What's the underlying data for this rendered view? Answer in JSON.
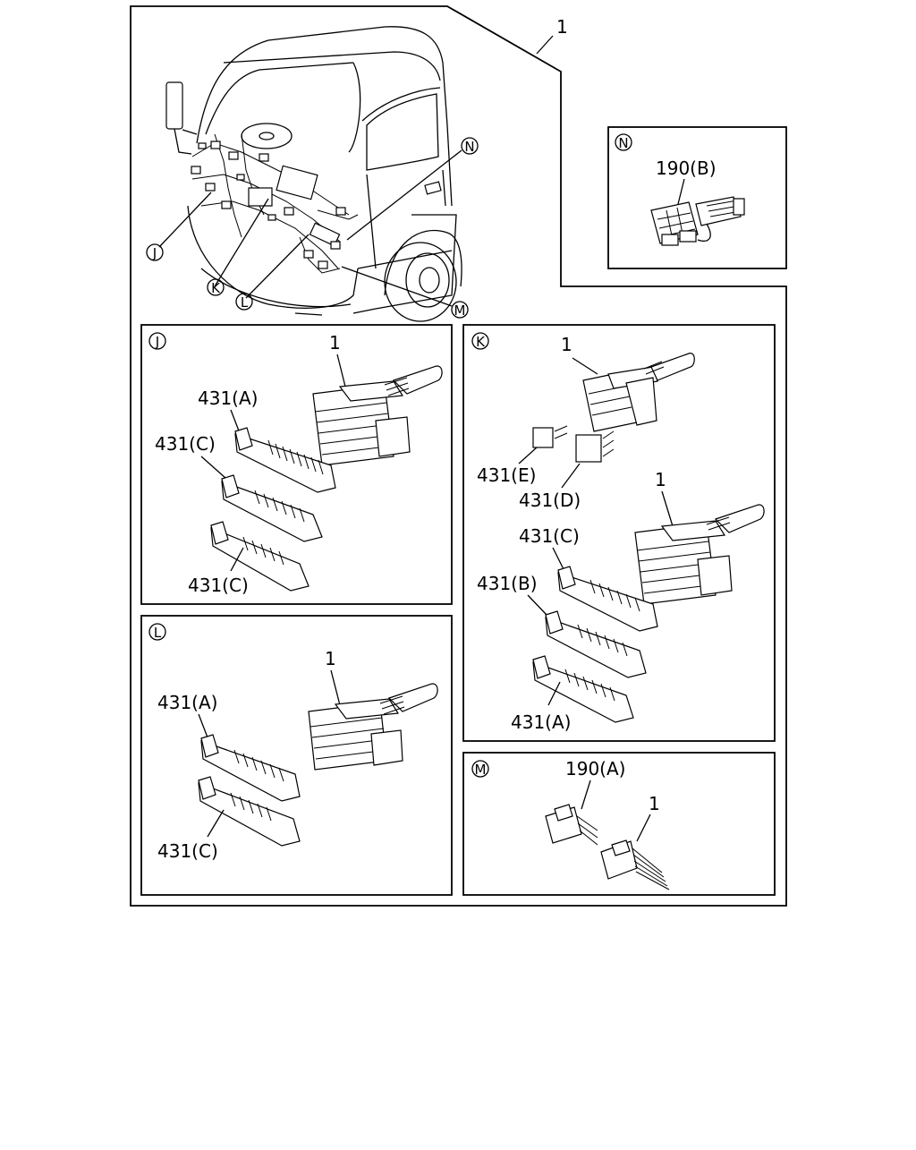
{
  "diagram": {
    "main_callout": "1",
    "locators": {
      "J": "J",
      "K": "K",
      "L": "L",
      "M": "M",
      "N": "N"
    },
    "panel_N": {
      "id": "N",
      "labels": {
        "p190B": "190(B)"
      }
    },
    "panel_J": {
      "id": "J",
      "labels": {
        "one": "1",
        "a": "431(A)",
        "c1": "431(C)",
        "c2": "431(C)"
      }
    },
    "panel_K": {
      "id": "K",
      "labels": {
        "one_top": "1",
        "e": "431(E)",
        "d": "431(D)",
        "one_mid": "1",
        "c": "431(C)",
        "b": "431(B)",
        "a": "431(A)"
      }
    },
    "panel_L": {
      "id": "L",
      "labels": {
        "one": "1",
        "a": "431(A)",
        "c": "431(C)"
      }
    },
    "panel_M": {
      "id": "M",
      "labels": {
        "p190A": "190(A)",
        "one": "1"
      }
    }
  }
}
